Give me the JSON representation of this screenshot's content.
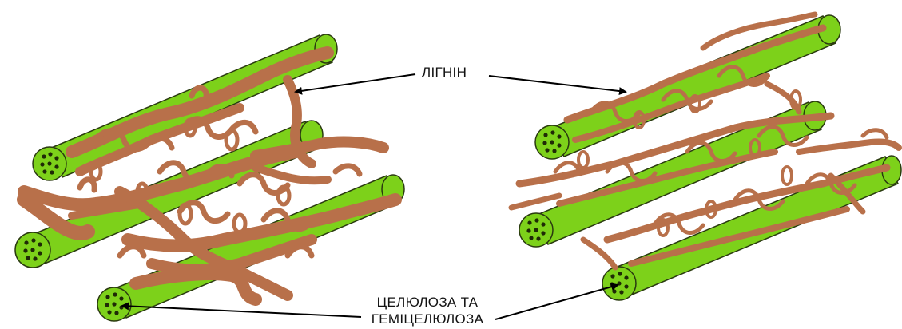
{
  "labels": {
    "lignin": "ЛІГНІН",
    "cellulose_line1": "ЦЕЛЮЛОЗА ТА",
    "cellulose_line2": "ГЕМІЦЕЛЮЛОЗА"
  },
  "colors": {
    "fiber": "#7dd11a",
    "fiber_edge": "#2a3a10",
    "fiber_dots": "#1f2a06",
    "lignin": "#b8704a",
    "arrow": "#000000"
  }
}
